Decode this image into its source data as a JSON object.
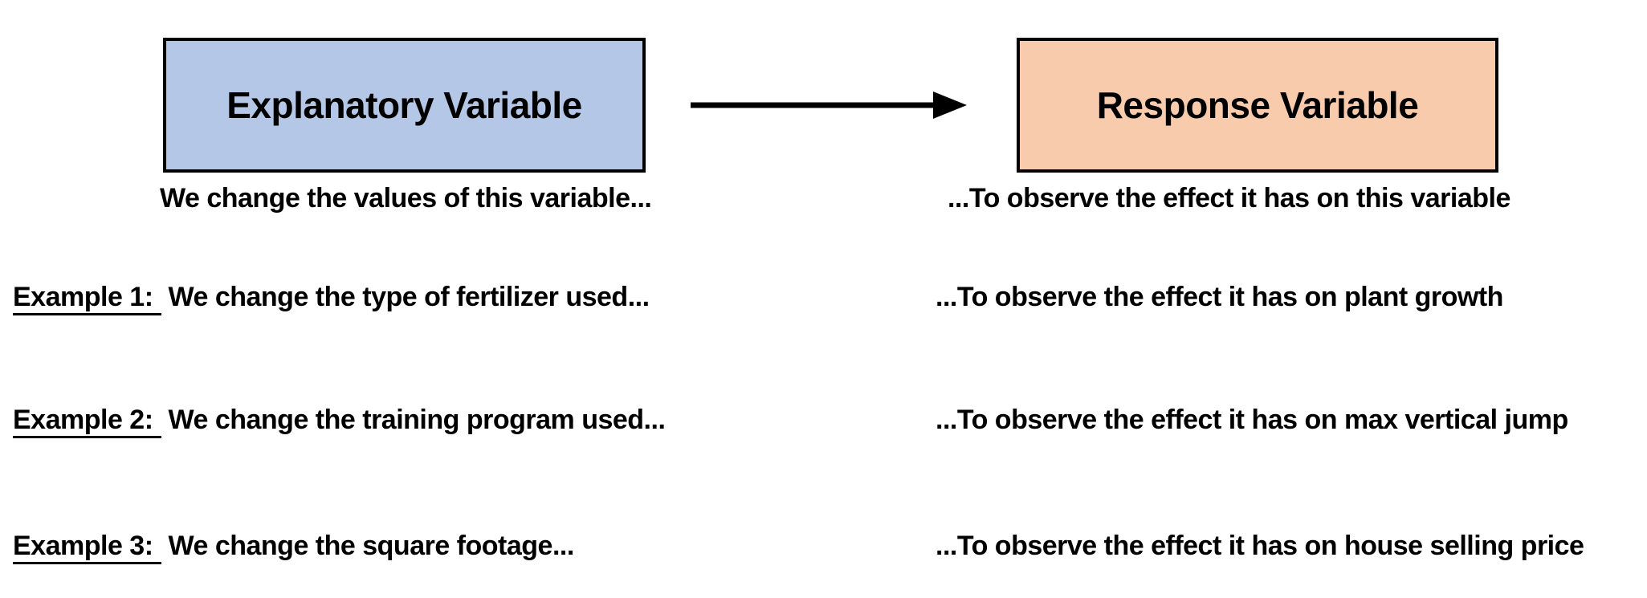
{
  "diagram": {
    "boxes": {
      "explanatory": {
        "label": "Explanatory Variable",
        "fill": "#b4c7e7"
      },
      "response": {
        "label": "Response Variable",
        "fill": "#f8cbad"
      }
    },
    "border_color": "#000000",
    "arrow": {
      "direction": "right",
      "color": "#000000"
    },
    "captions": {
      "explanatory": "We change the values of this variable...",
      "response": "...To observe the effect it has on this variable"
    },
    "examples": [
      {
        "label": "Example 1:",
        "left": "We change the type of fertilizer used...",
        "right": "...To observe the effect it has on plant growth"
      },
      {
        "label": "Example 2:",
        "left": "We change the training program used...",
        "right": "...To observe the effect it has on max vertical jump"
      },
      {
        "label": "Example 3:",
        "left": "We change the square footage...",
        "right": "...To observe the effect it has on house selling price"
      }
    ]
  }
}
